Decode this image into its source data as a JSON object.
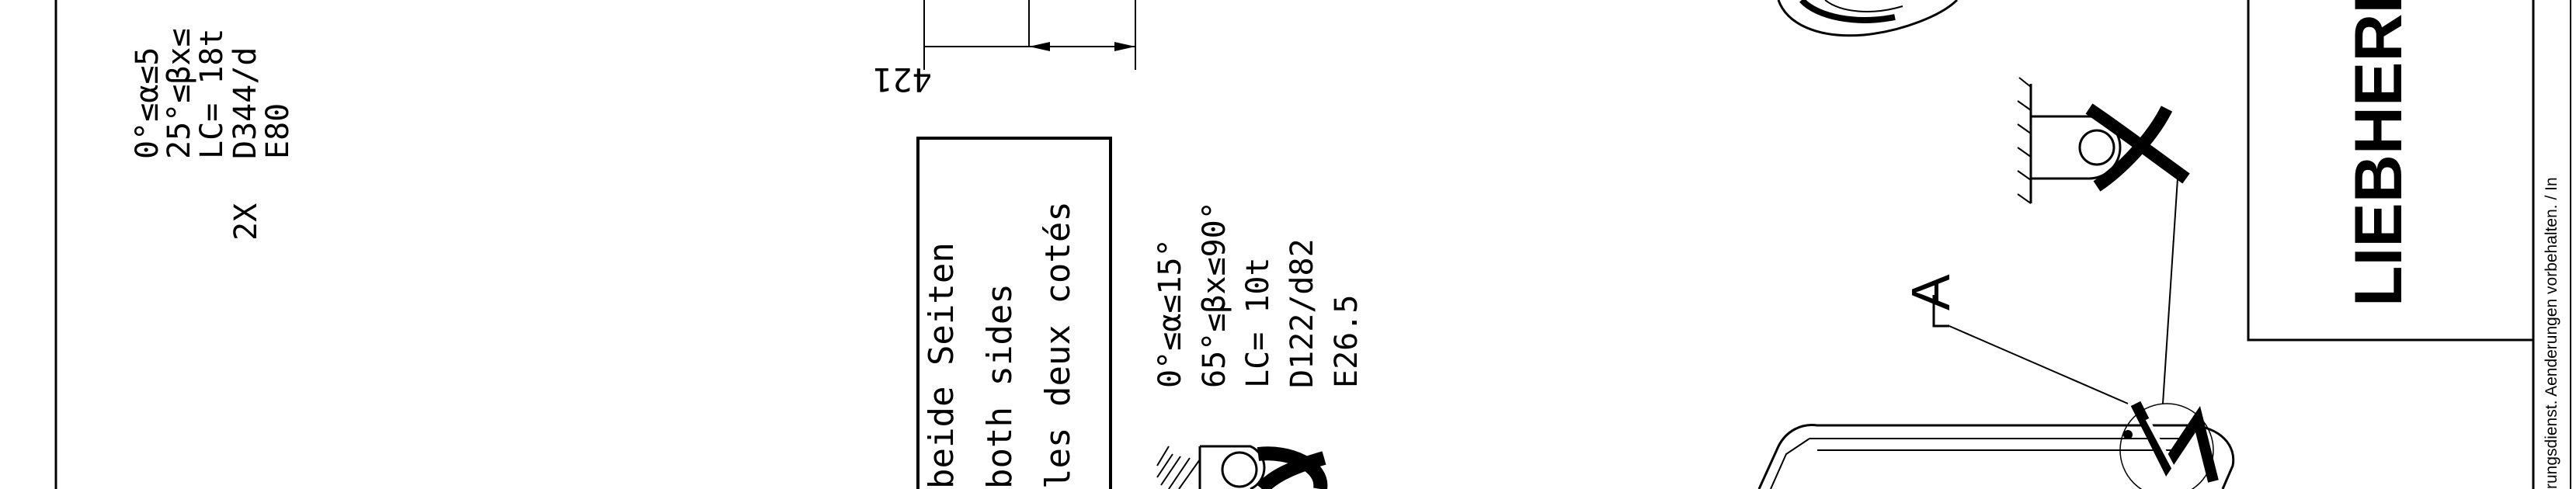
{
  "drawing": {
    "top_left_spec": {
      "count": "2X",
      "lines": [
        "0°≤α≤5",
        "25°≤βx≤",
        "LC= 18t",
        "D344/d",
        "E80"
      ]
    },
    "dimension_value": "421",
    "note_box_lines": [
      "beide Seiten",
      "both sides",
      "les deux cotés"
    ],
    "middle_spec_lines": [
      "0°≤α≤15°",
      "65°≤βx≤90°",
      "LC= 10t",
      "D122/d82",
      "E26.5"
    ],
    "detail_label": "A",
    "brand_logo": "LIEBHERR",
    "footer_note": "rungsdienst. Aenderungen vorbehalten. / In"
  }
}
